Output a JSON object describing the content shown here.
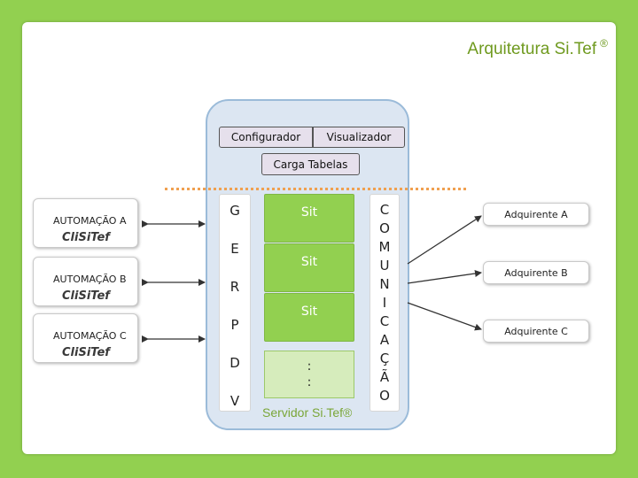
{
  "title": "Arquitetura Si.Tef",
  "title_mark": "®",
  "server": {
    "configurador": "Configurador",
    "visualizador": "Visualizador",
    "carga_tabelas": "Carga Tabelas",
    "gerpdv_letters": [
      "G",
      "E",
      "R",
      "P",
      "D",
      "V"
    ],
    "sit_modules": [
      "Sit",
      "Sit",
      "Sit"
    ],
    "ellipsis": [
      ":",
      ":"
    ],
    "label": "Servidor Si.Tef®",
    "comunicacao_letters": [
      "C",
      "O",
      "M",
      "U",
      "N",
      "I",
      "C",
      "A",
      "Ç",
      "Ã",
      "O"
    ]
  },
  "automacoes": [
    {
      "label": "AUTOMAÇÃO A",
      "logo": "CliSiTef"
    },
    {
      "label": "AUTOMAÇÃO B",
      "logo": "CliSiTef"
    },
    {
      "label": "AUTOMAÇÃO C",
      "logo": "CliSiTef"
    }
  ],
  "adquirentes": [
    "Adquirente A",
    "Adquirente B",
    "Adquirente C"
  ],
  "colors": {
    "background": "#92d050",
    "title": "#6f9a1f",
    "server_fill": "#dce6f2",
    "sit_fill": "#92d050",
    "tables_fill": "#e6e0ec",
    "separator": "#f0a050"
  }
}
